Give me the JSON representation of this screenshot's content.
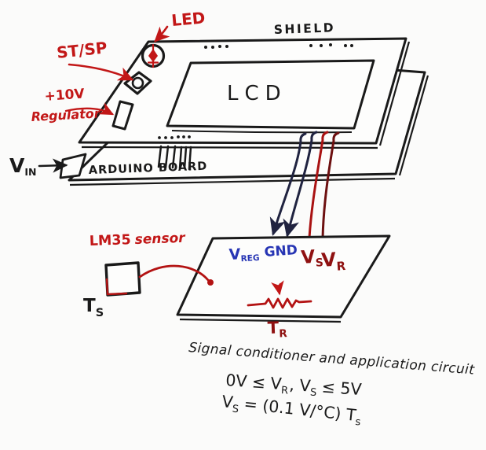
{
  "title": "Arduino LCD shield with LM35 temperature sensor sketch",
  "colors": {
    "ink": "#1a1a1a",
    "annotation_red": "#c21717",
    "dark_red": "#8f1111",
    "maroon_wire": "#6d1010",
    "red_wire": "#a91212",
    "navy_wire": "#202340",
    "blue_label": "#2735b4",
    "background": "#fbfbfa"
  },
  "annotations": {
    "led": "LED",
    "st_sp": "ST/SP",
    "plus_10v": "+10V",
    "regulator": "Regulator",
    "lm35": {
      "p1": "LM35",
      "p2": "sensor"
    }
  },
  "boards": {
    "shield": "SHIELD",
    "lcd": "LCD",
    "arduino": "ARDUINO BOARD"
  },
  "pins": {
    "vin": {
      "base": "V",
      "sub": "IN"
    },
    "vreg": {
      "base": "V",
      "sub": "REG"
    },
    "gnd": "GND",
    "vs": {
      "base": "V",
      "sub": "S"
    },
    "vr": {
      "base": "V",
      "sub": "R"
    },
    "tr": {
      "base": "T",
      "sub": "R"
    },
    "ts": {
      "base": "T",
      "sub": "S"
    }
  },
  "caption": "Signal conditioner and application circuit",
  "equations": {
    "range": {
      "p1": "0V ≤ V",
      "s1": "R",
      "p2": ", V",
      "s2": "S",
      "p3": "≤ 5V"
    },
    "sensitivity": {
      "p1": "V",
      "s1": "S",
      "p2": "= (0.1 V/°C) T",
      "s2": "s"
    }
  }
}
